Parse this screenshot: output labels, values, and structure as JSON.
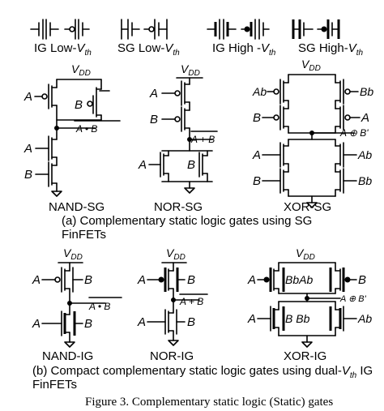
{
  "legend": {
    "ig_low": "IG Low-",
    "sg_low": "SG Low-",
    "ig_high": "IG High -",
    "sg_high": "SG High-",
    "vth_v": "V",
    "vth_sub": "th"
  },
  "supply": {
    "v": "V",
    "sub": "DD"
  },
  "inputs": {
    "a": "A",
    "b": "B",
    "ab": "Ab",
    "bb": "Bb",
    "babab": "BbAb",
    "bbb": "B Bb"
  },
  "outputs": {
    "nand": "A • B",
    "nor": "A + B",
    "xor": "A ⊕ B'"
  },
  "gate_names": {
    "nand_sg": "NAND-SG",
    "nor_sg": "NOR-SG",
    "xor_sg": "XOR-SG",
    "nand_ig": "NAND-IG",
    "nor_ig": "NOR-IG",
    "xor_ig": "XOR-IG"
  },
  "captions": {
    "a_line1": "(a) Complementary static logic gates using SG",
    "a_line2": "FinFETs",
    "b_line1_pre": "(b) Compact complementary static logic gates using dual-",
    "b_line1_post": " IG",
    "b_line2": "FinFETs",
    "figure": "Figure 3.    Complementary static logic (Static) gates"
  }
}
